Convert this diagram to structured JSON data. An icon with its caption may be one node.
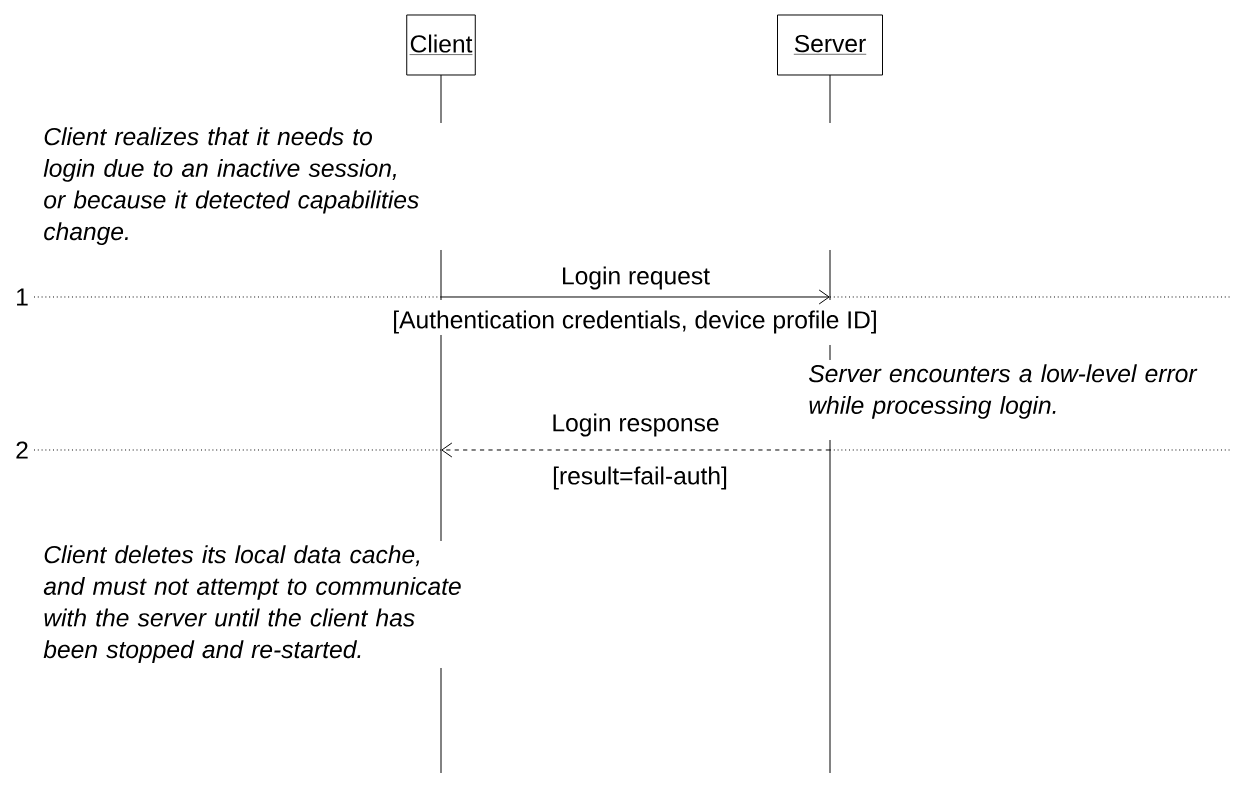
{
  "diagram": {
    "nodes": [
      {
        "text": [
          "Client"
        ]
      },
      {
        "text": [
          "Server"
        ]
      },
      {
        "text": [],
        "shape": "line"
      },
      {
        "text": [],
        "shape": "line"
      }
    ],
    "edges": [
      {
        "from": 2,
        "to": 3,
        "arrow": "to",
        "label": "Login request"
      },
      {
        "from": 3,
        "to": 2,
        "arrow": "to",
        "label": "Login response",
        "style": "dashed"
      }
    ],
    "labels": [
      "Client realizes that it needs to login due to an inactive session, or because it detected capabilities change.",
      "1",
      "[Authentication credentials, device profile ID]",
      "Server encounters a low-level error while processing login.",
      "2",
      "[result=fail-auth]",
      "Client deletes its local data cache, and must not attempt to communicate with the server until the client has been stopped and re-started."
    ]
  }
}
